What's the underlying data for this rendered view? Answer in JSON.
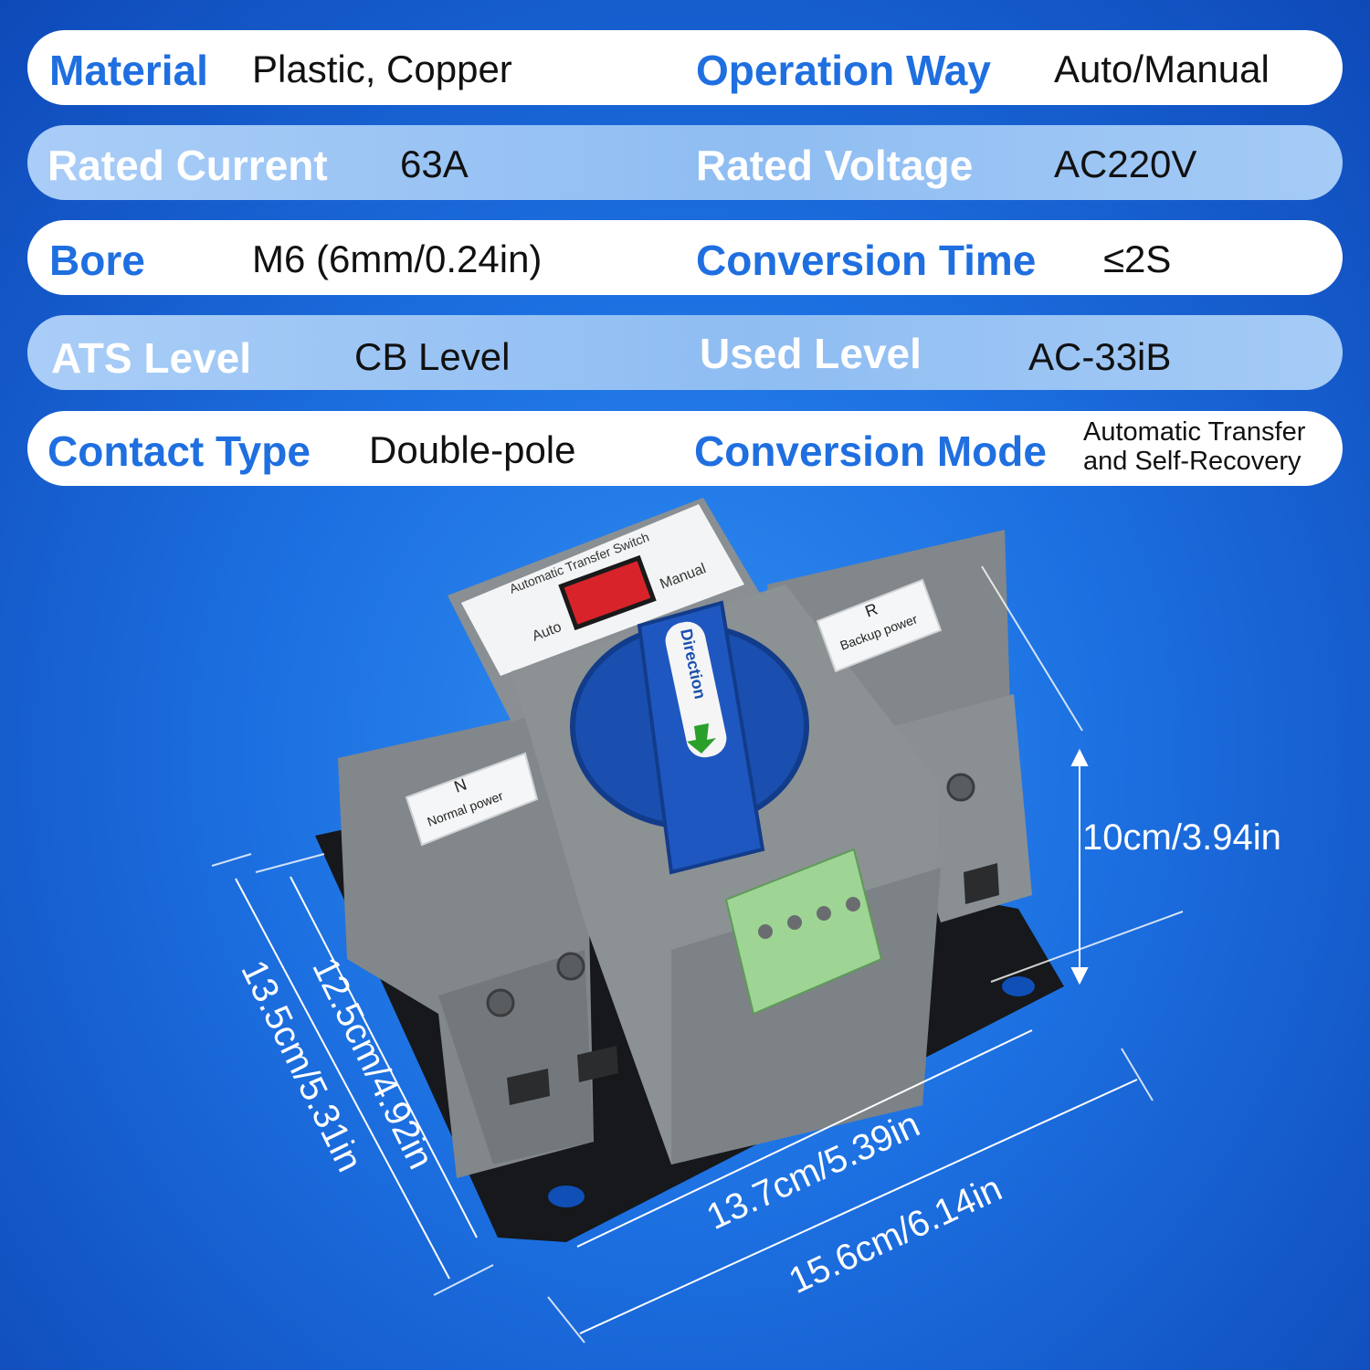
{
  "specs": [
    {
      "label1": "Material",
      "value1": "Plastic, Copper",
      "label2": "Operation Way",
      "value2": "Auto/Manual"
    },
    {
      "label1": "Rated Current",
      "value1": "63A",
      "label2": "Rated Voltage",
      "value2": "AC220V"
    },
    {
      "label1": "Bore",
      "value1": "M6 (6mm/0.24in)",
      "label2": "Conversion Time",
      "value2": "≤2S"
    },
    {
      "label1": "ATS Level",
      "value1": "CB Level",
      "label2": "Used Level",
      "value2": "AC-33iB"
    },
    {
      "label1": "Contact Type",
      "value1": "Double-pole",
      "label2": "Conversion Mode",
      "value2_line1": "Automatic Transfer",
      "value2_line2": "and Self-Recovery"
    }
  ],
  "device": {
    "panel_title": "Automatic Transfer Switch",
    "auto": "Auto",
    "manual": "Manual",
    "knob_text": "Direction",
    "left_label_letter": "N",
    "left_label_text": "Normal power",
    "right_label_letter": "R",
    "right_label_text": "Backup power"
  },
  "dimensions": {
    "height": "10cm/3.94in",
    "depth_inner": "12.5cm/4.92in",
    "depth_outer": "13.5cm/5.31in",
    "width_inner": "13.7cm/5.39in",
    "width_outer": "15.6cm/6.14in"
  },
  "colors": {
    "accent_blue": "#1f6fe0",
    "body_grey": "#7f8488",
    "knob_blue": "#1a4fb0",
    "terminal_green": "#8fd08a",
    "switch_red": "#e0262a"
  }
}
